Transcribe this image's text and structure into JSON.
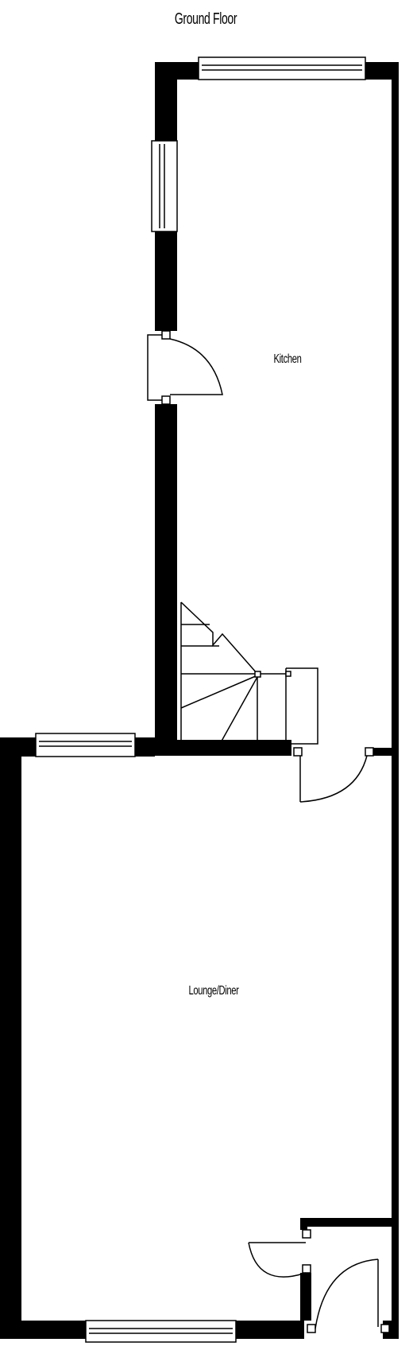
{
  "floor_title": "Ground Floor",
  "rooms": {
    "kitchen": "Kitchen",
    "lounge_diner": "Lounge/Diner"
  },
  "colors": {
    "wall": "#000000",
    "background": "#ffffff",
    "line": "#000000"
  }
}
